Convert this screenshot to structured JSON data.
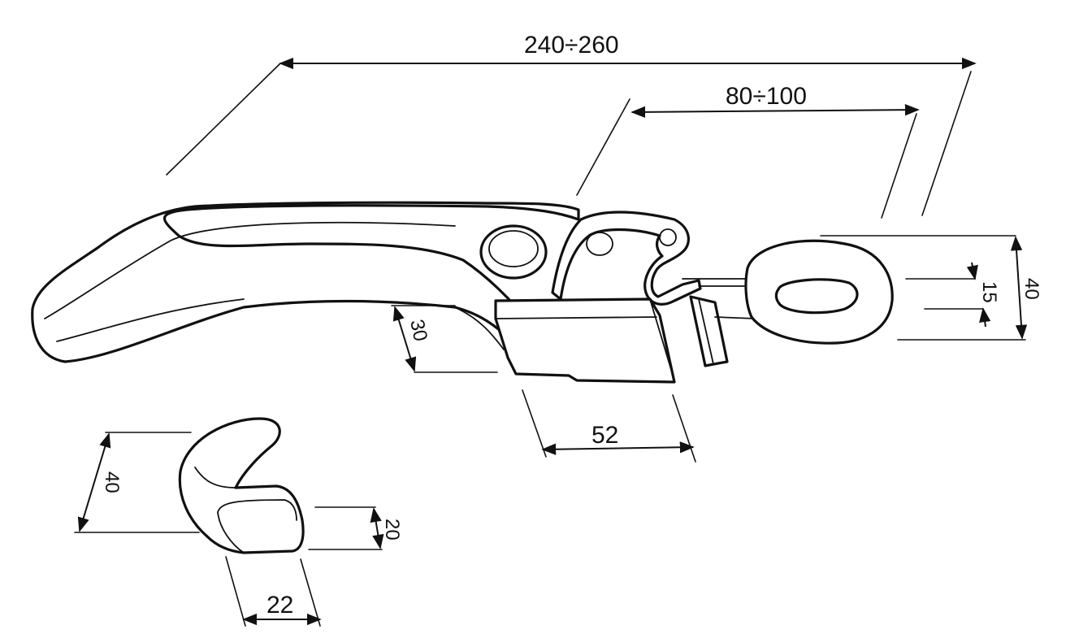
{
  "dimensions": {
    "overall_length": "240÷260",
    "offset_length": "80÷100",
    "eye_height": "40",
    "eye_slot": "15",
    "body_height": "30",
    "body_width": "52",
    "hook_height": "40",
    "hook_thickness": "20",
    "hook_width": "22"
  }
}
